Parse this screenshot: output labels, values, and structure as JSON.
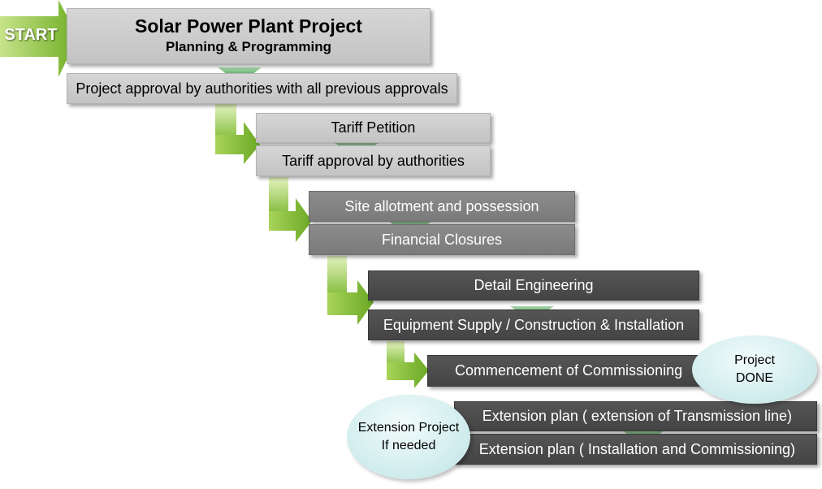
{
  "start_label": "START",
  "title": {
    "main": "Solar Power Plant Project",
    "sub": "Planning & Programming"
  },
  "steps": {
    "approval": "Project approval by authorities with all previous approvals",
    "tariff_petition": "Tariff Petition",
    "tariff_approval": "Tariff approval by authorities",
    "site_allotment": "Site allotment and possession",
    "financial_closures": "Financial Closures",
    "detail_engineering": "Detail Engineering",
    "equipment_supply": "Equipment Supply / Construction & Installation",
    "commissioning": "Commencement of Commissioning",
    "extension_transmission": "Extension plan ( extension of Transmission line)",
    "extension_installation": "Extension plan ( Installation and Commissioning)"
  },
  "bubbles": {
    "project_done": [
      "Project",
      "DONE"
    ],
    "extension_project": [
      "Extension Project",
      "If needed"
    ]
  },
  "colors": {
    "light_box": "#c9c9c9",
    "mid_box": "#808080",
    "dark_box": "#4a4a4a",
    "arrow_green": "#7ab72e",
    "arrow_dark_green": "#2e7d32",
    "bubble": "#cfeaec"
  }
}
